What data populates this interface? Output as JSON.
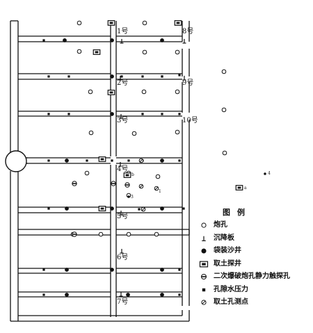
{
  "plan": {
    "section_labels": [
      "1号",
      "2号",
      "3号",
      "4号",
      "5号",
      "6号",
      "7号",
      "8号",
      "9号",
      "10号"
    ],
    "well_tags": [
      "a",
      "b"
    ],
    "survey_tags": [
      "1",
      "3",
      "4"
    ]
  },
  "legend": {
    "title": "图例",
    "items": [
      {
        "icon": "open-circle-icon",
        "label": "炮孔"
      },
      {
        "icon": "settlement-plate-icon",
        "label": "沉降板"
      },
      {
        "icon": "filled-circle-icon",
        "label": "袋装沙井"
      },
      {
        "icon": "double-square-icon",
        "label": "取土探井"
      },
      {
        "icon": "barred-circle-icon",
        "label": "二次爆破炮孔静力触探孔"
      },
      {
        "icon": "small-square-icon",
        "label": "孔隙水压力"
      },
      {
        "icon": "slashed-circle-icon",
        "label": "取土孔测点"
      }
    ]
  },
  "colors": {
    "ink": "#111111",
    "paper": "#ffffff"
  }
}
